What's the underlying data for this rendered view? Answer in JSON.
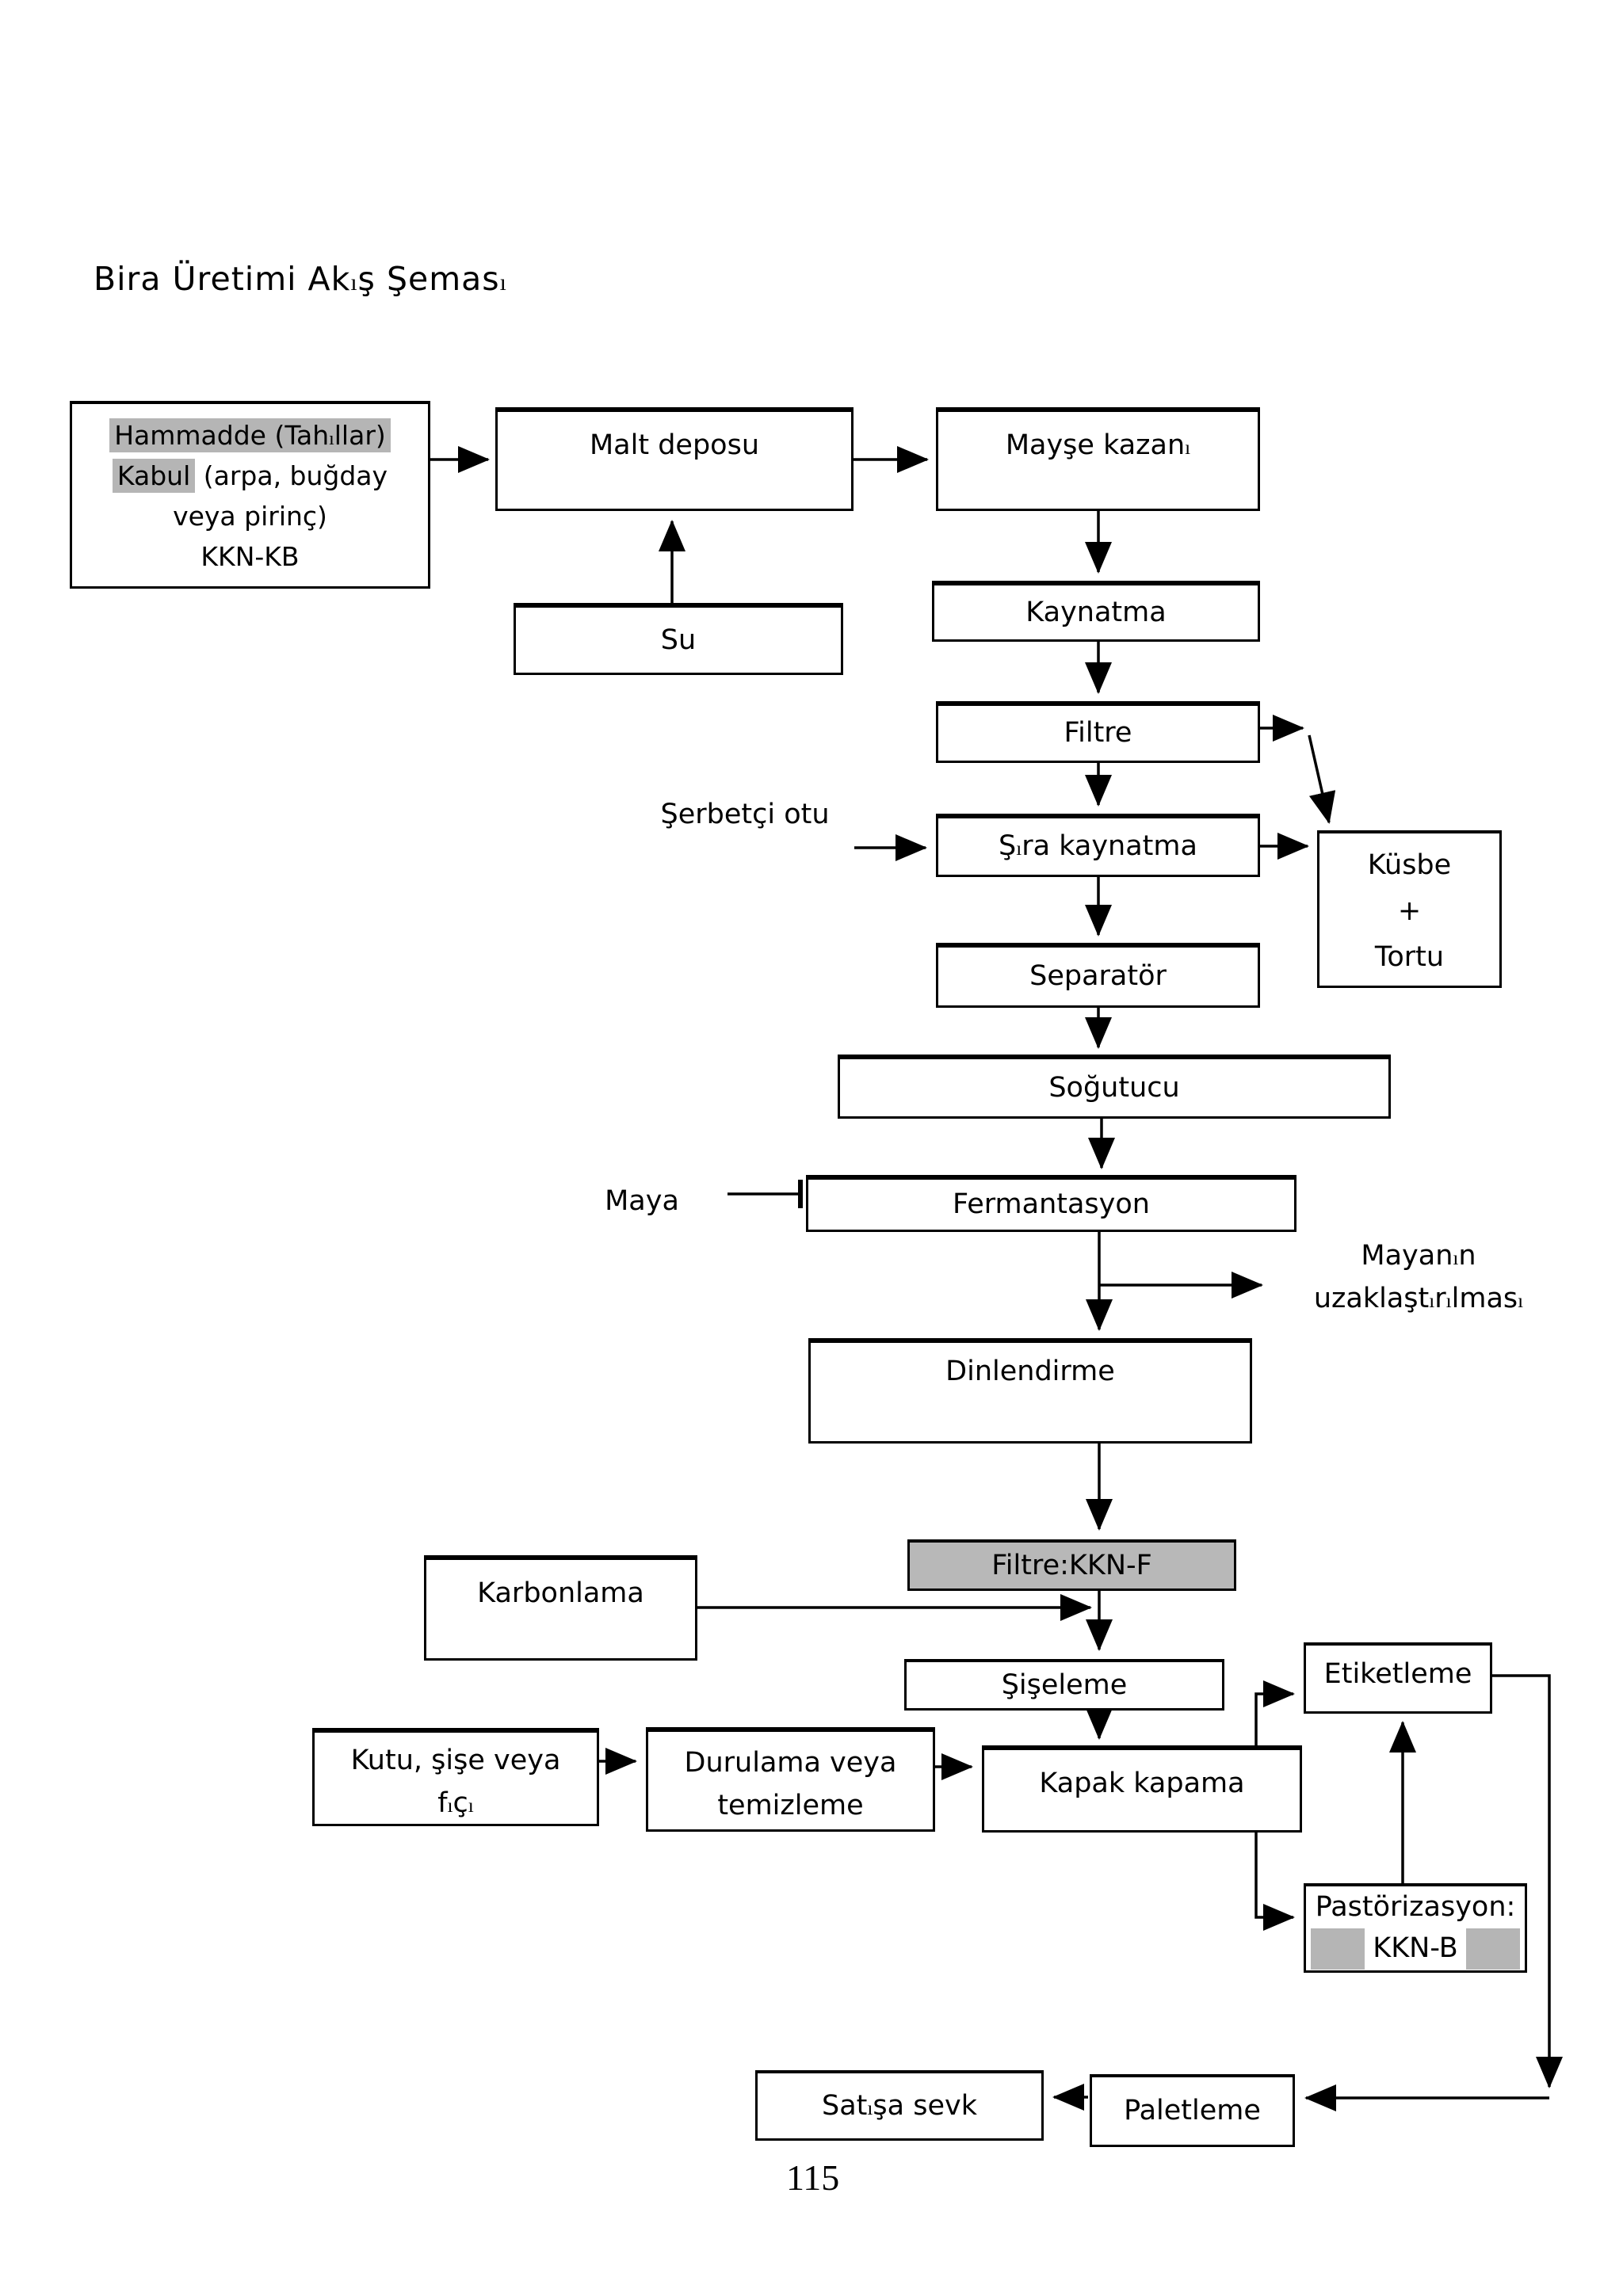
{
  "page": {
    "title": "Bira Üretimi Akış Şeması",
    "page_number": "115"
  },
  "colors": {
    "highlight_gray": "#b5b5b5",
    "box_fill_gray": "#b8b8b8",
    "line_color": "#000000",
    "background": "#ffffff"
  },
  "nodes": {
    "hammadde": {
      "line1": "Hammadde (Tahıllar)",
      "line2_highlight": "Kabul",
      "line2_rest": " (arpa, buğday",
      "line3": "veya  pirinç)",
      "line4": "KKN-KB"
    },
    "malt_deposu": {
      "label": "Malt deposu"
    },
    "mayse_kazani": {
      "label": "Mayşe kazanı"
    },
    "su": {
      "label": "Su"
    },
    "kaynatma": {
      "label": "Kaynatma"
    },
    "filtre": {
      "label": "Filtre"
    },
    "sira_kaynatma": {
      "label": "Şıra kaynatma"
    },
    "kusbe_tortu": {
      "line1": "Küsbe",
      "line2": "+",
      "line3": "Tortu"
    },
    "separator": {
      "label": "Separatör"
    },
    "sogutucu": {
      "label": "Soğutucu"
    },
    "fermantasyon": {
      "label": "Fermantasyon"
    },
    "dinlendirme": {
      "label": "Dinlendirme"
    },
    "filtre_kkn_f": {
      "label": "Filtre:KKN-F"
    },
    "karbonlama": {
      "label": "Karbonlama"
    },
    "siseleme": {
      "label": "Şişeleme"
    },
    "kutu_sise_fici": {
      "line1": "Kutu, şişe veya",
      "line2": "fıçı"
    },
    "durulama": {
      "line1": "Durulama veya",
      "line2": "temizleme"
    },
    "kapak_kapama": {
      "label": "Kapak kapama"
    },
    "etiketleme": {
      "label": "Etiketleme"
    },
    "pastorizasyon": {
      "line1": "Pastörizasyon:",
      "line2": "KKN-B"
    },
    "satisa_sevk": {
      "label": "Satışa sevk"
    },
    "paletleme": {
      "label": "Paletleme"
    }
  },
  "labels": {
    "serbetci_otu": "Şerbetçi otu",
    "maya": "Maya",
    "mayanin_line1": "Mayanın",
    "mayanin_line2": "uzaklaştırılması"
  }
}
